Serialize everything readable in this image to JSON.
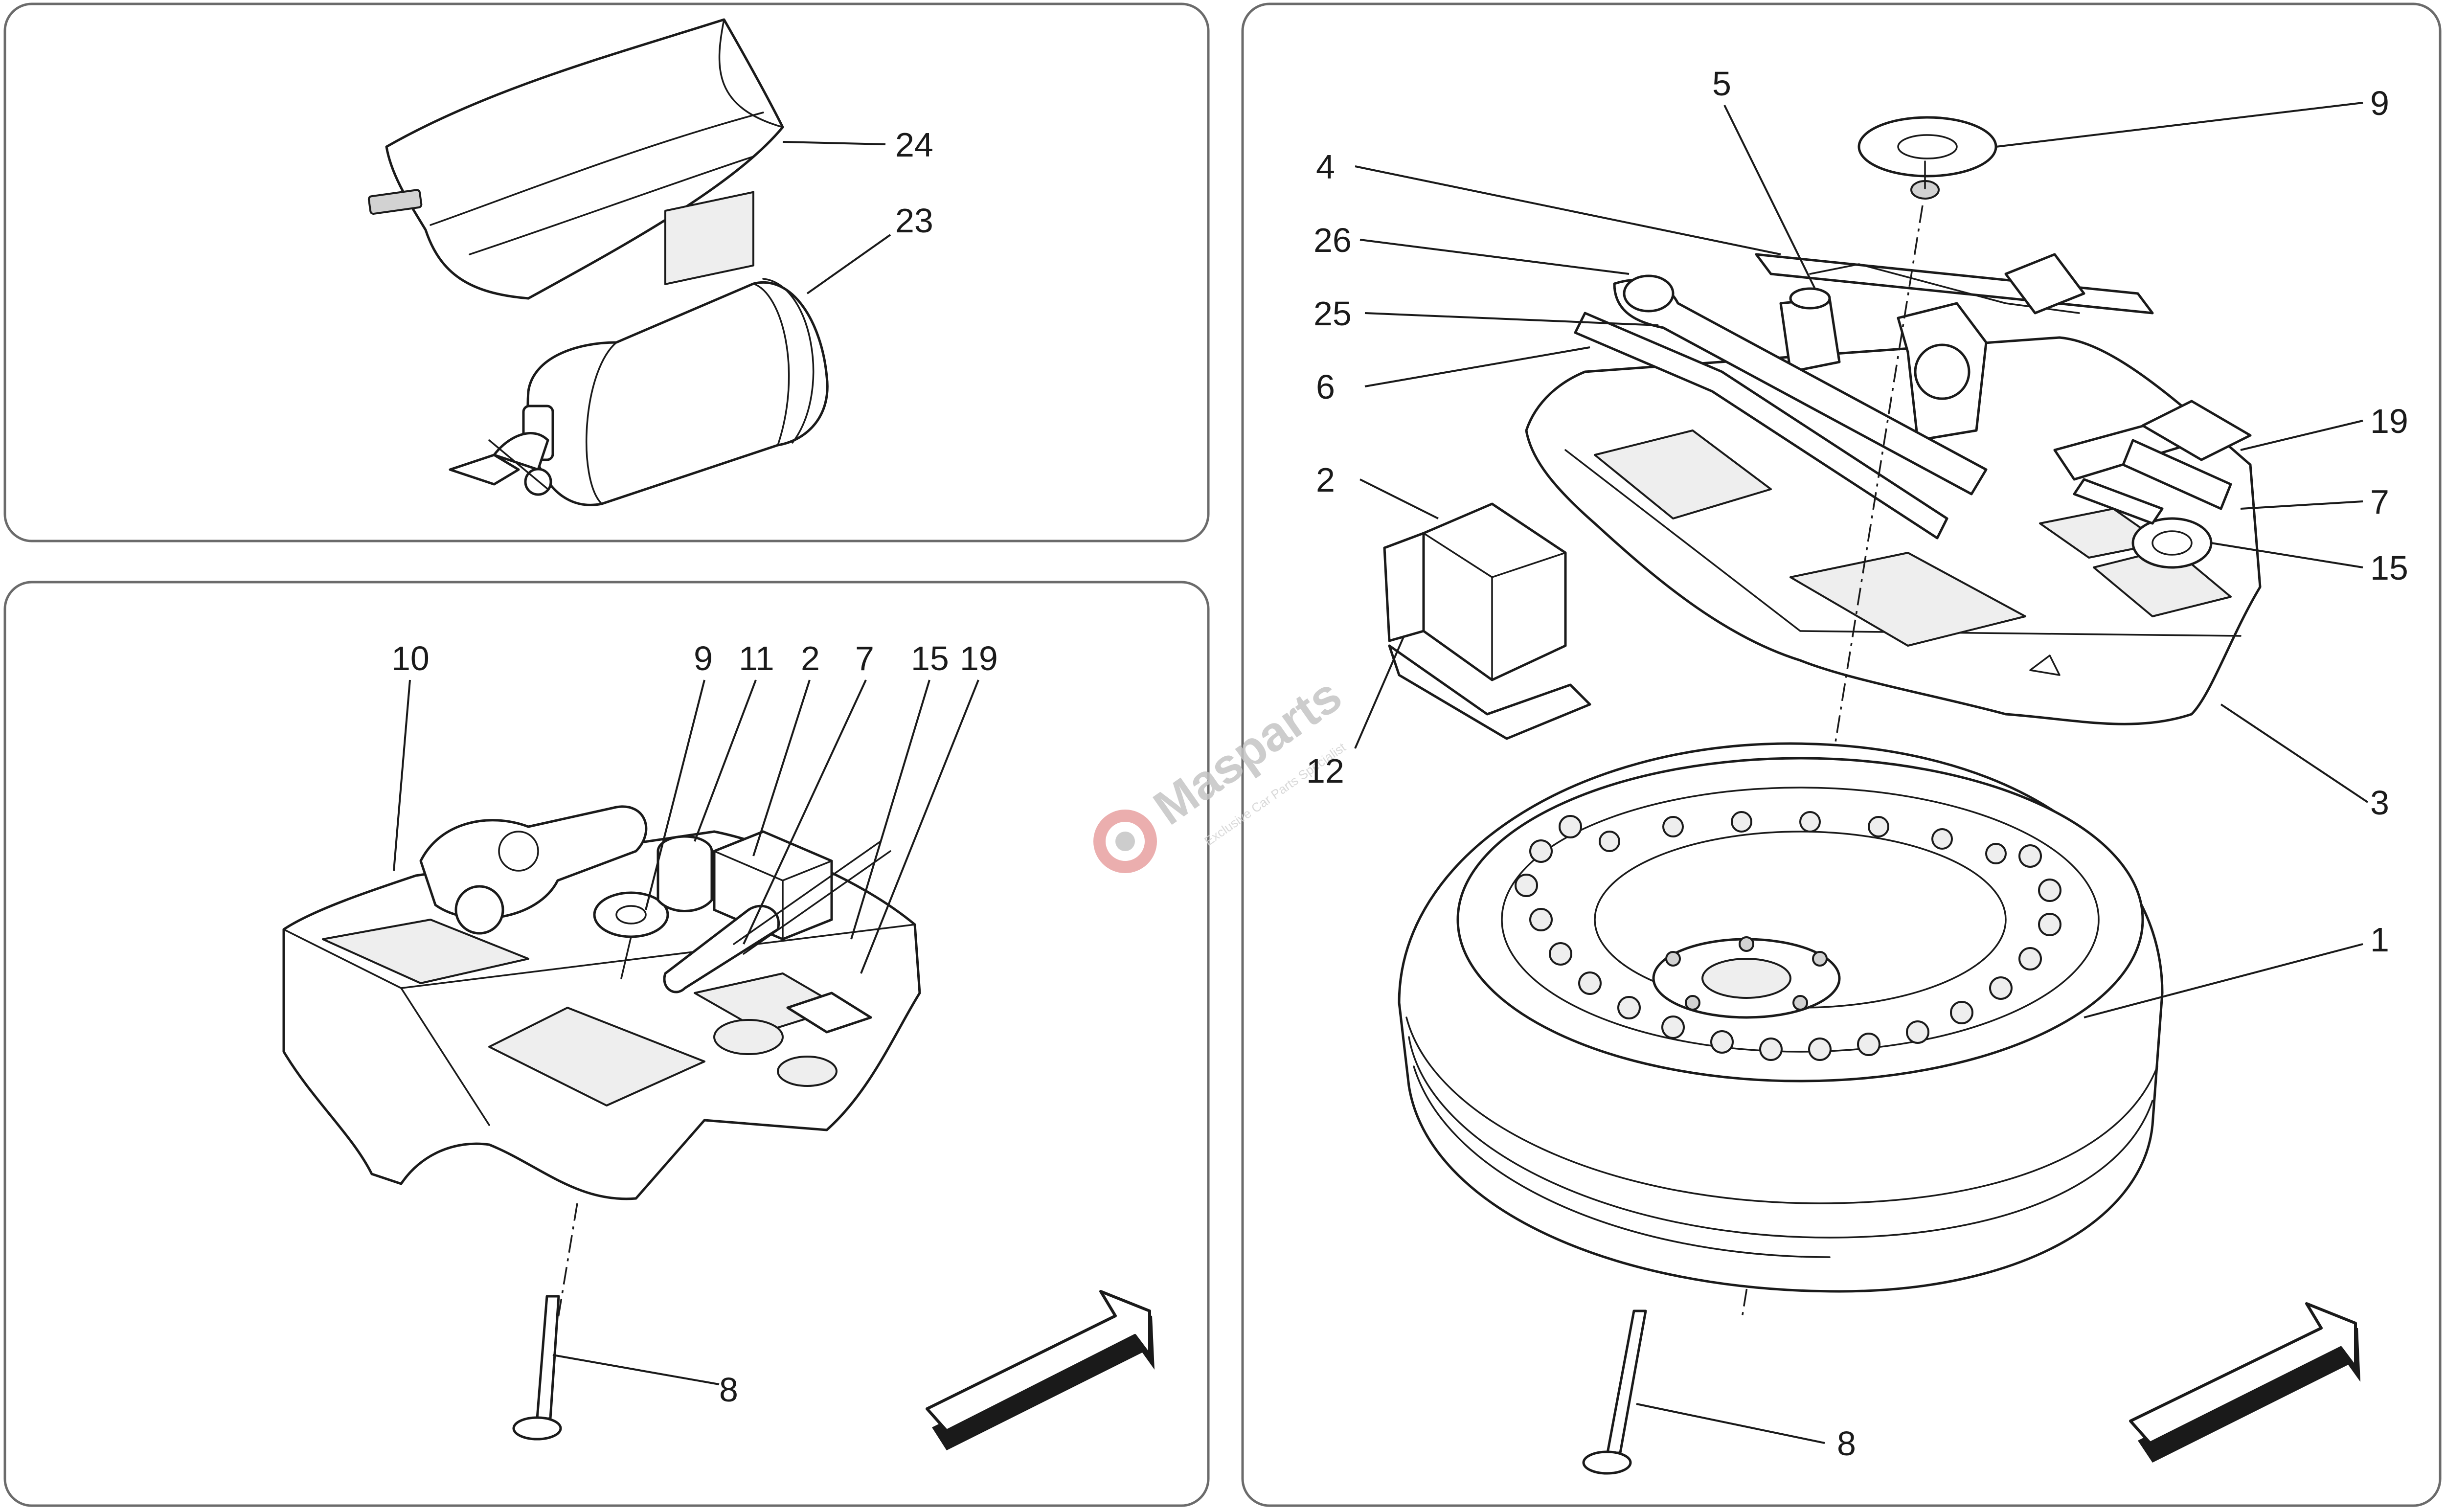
{
  "diagram": {
    "top_left_panel": {
      "callouts": [
        "24",
        "23"
      ]
    },
    "bottom_left_panel": {
      "callouts": [
        "10",
        "9",
        "11",
        "2",
        "7",
        "15",
        "19",
        "8"
      ]
    },
    "right_panel": {
      "callouts": [
        "5",
        "9",
        "4",
        "26",
        "25",
        "6",
        "19",
        "2",
        "7",
        "15",
        "12",
        "3",
        "1",
        "8"
      ]
    },
    "watermark": {
      "brand": "Masparts",
      "tagline": "Exclusive Car Parts Specialist"
    },
    "direction_arrow_icon": "forward-arrow",
    "colors": {
      "line": "#1a1a1a",
      "panel_border": "#6b6b6b",
      "watermark_red": "#e8a0a0",
      "watermark_gray": "#c5c5c5"
    }
  }
}
